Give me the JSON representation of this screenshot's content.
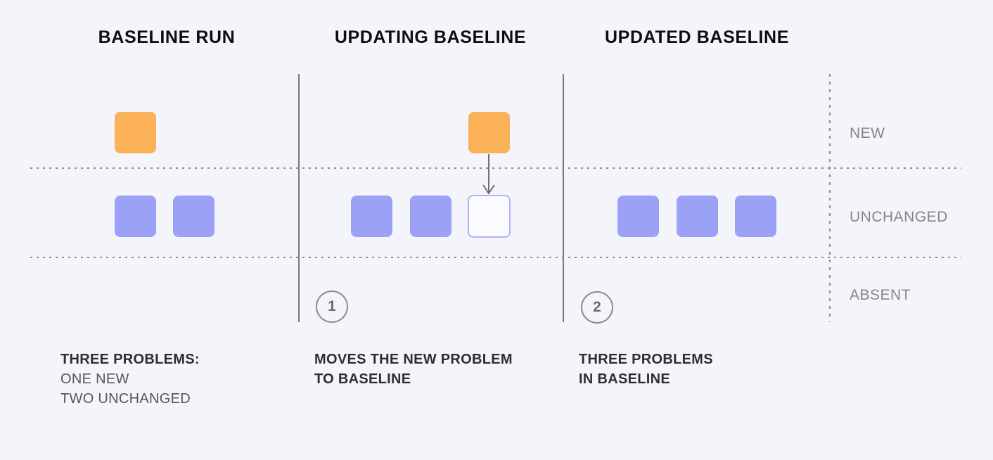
{
  "colors": {
    "background": "#f4f4fb",
    "new_problem": "#fab158",
    "unchanged_problem": "#9ba2f5",
    "placeholder_border": "#adb3f7",
    "placeholder_fill": "#fbfbff",
    "line_gray": "#77777c",
    "dotted_gray": "#8b8b90",
    "label_gray": "#85858b",
    "caption_dark": "#2d2d34",
    "caption_gray": "#55555c",
    "header_black": "#0e0e11",
    "step_gray": "#6a6a70"
  },
  "headers": {
    "col1": "BASELINE RUN",
    "col2": "UPDATING BASELINE",
    "col3": "UPDATED BASELINE"
  },
  "row_labels": {
    "new": "NEW",
    "unchanged": "UNCHANGED",
    "absent": "ABSENT"
  },
  "steps": {
    "step1": "1",
    "step2": "2"
  },
  "captions": {
    "col1": {
      "title": "THREE PROBLEMS:",
      "line1": "ONE NEW",
      "line2": "TWO UNCHANGED"
    },
    "col2": {
      "line1": "MOVES THE NEW PROBLEM",
      "line2": "TO BASELINE"
    },
    "col3": {
      "line1": "THREE PROBLEMS",
      "line2": "IN BASELINE"
    }
  }
}
